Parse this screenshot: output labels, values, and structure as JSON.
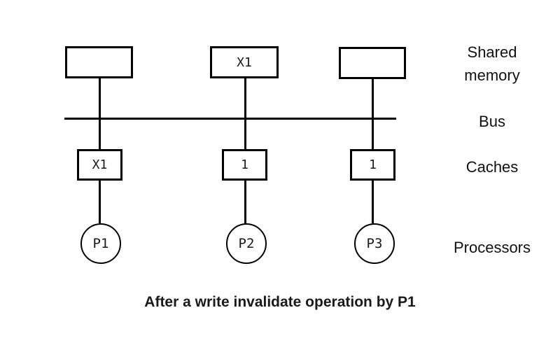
{
  "diagram": {
    "caption": "After a write invalidate operation by P1",
    "row_labels": {
      "shared_memory": "Shared memory",
      "bus": "Bus",
      "caches": "Caches",
      "processors": "Processors"
    },
    "memory_units": [
      {
        "label": ""
      },
      {
        "label": "X1"
      },
      {
        "label": ""
      }
    ],
    "caches": [
      {
        "label": "X1"
      },
      {
        "label": "1"
      },
      {
        "label": "1"
      }
    ],
    "processors": [
      {
        "label": "P1"
      },
      {
        "label": "P2"
      },
      {
        "label": "P3"
      }
    ],
    "colors": {
      "line": "#000000",
      "text": "#1a1a1a",
      "background": "#ffffff"
    }
  }
}
